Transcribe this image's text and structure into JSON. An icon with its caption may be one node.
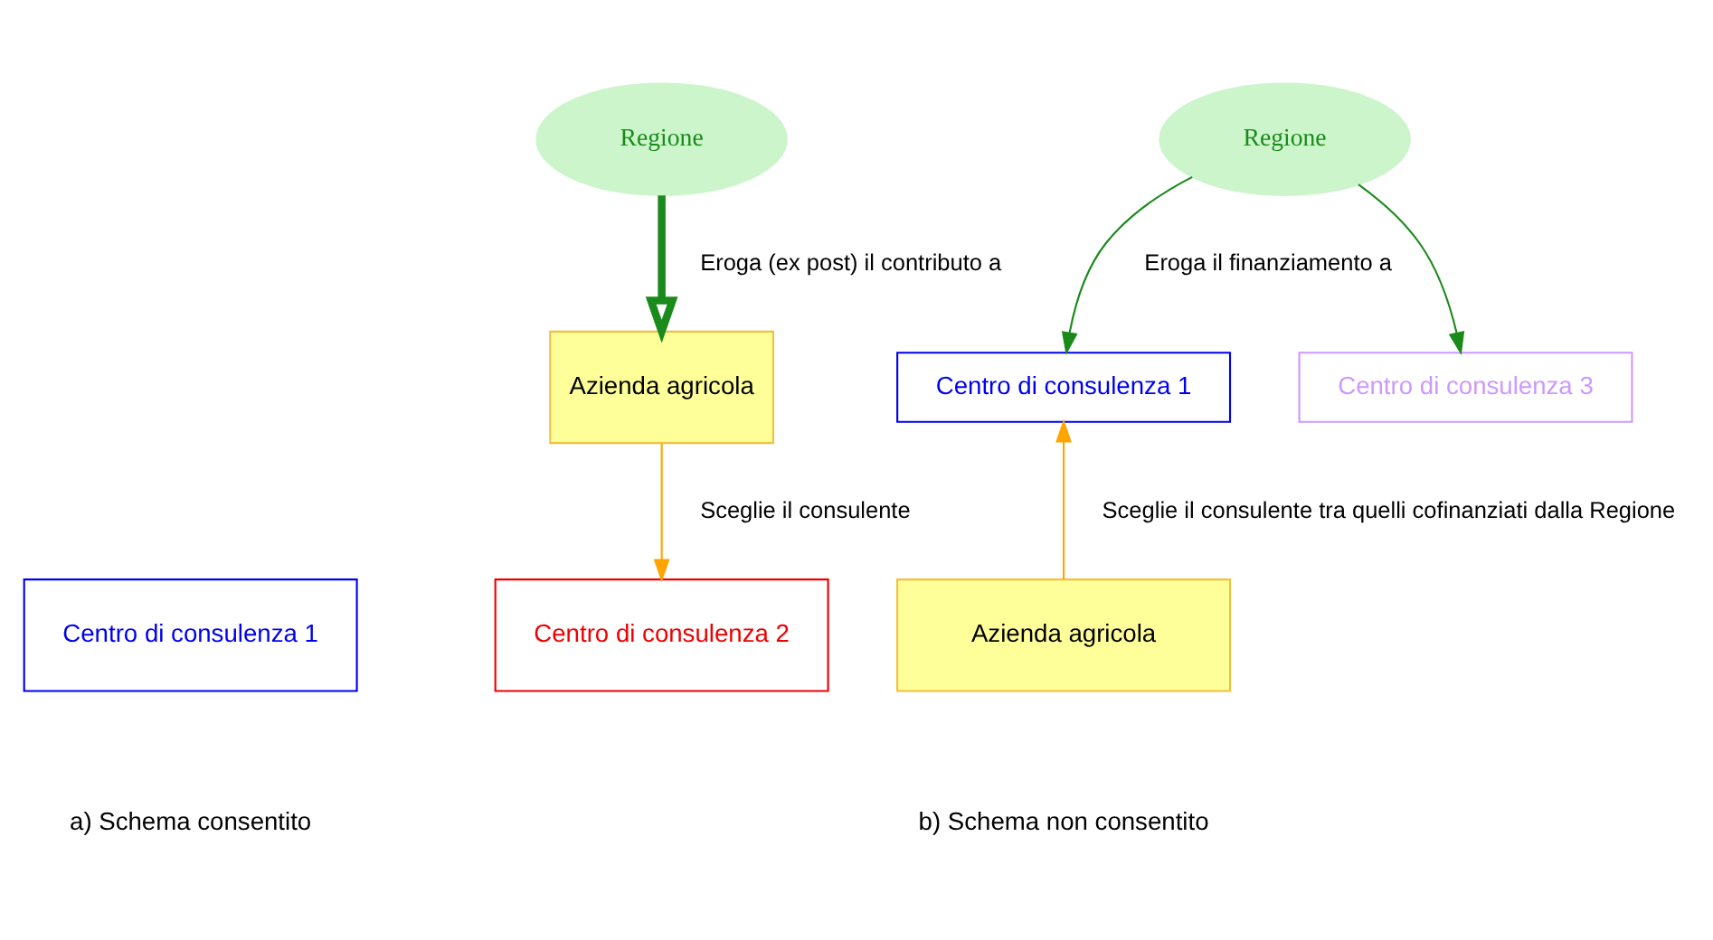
{
  "diagram": {
    "nodes": [
      {
        "text": [
          "Regione"
        ]
      },
      {
        "text": [
          "Azienda agricola"
        ]
      },
      {
        "text": [
          "Centro di consulenza 1"
        ]
      },
      {
        "text": [
          "Centro di consulenza 2"
        ]
      },
      {
        "text": [
          "Regione"
        ]
      },
      {
        "text": [
          "Centro di consulenza 1"
        ]
      },
      {
        "text": [
          "Centro di consulenza 3"
        ]
      },
      {
        "text": [
          "Azienda agricola"
        ]
      }
    ],
    "edges": [
      {
        "from": 0,
        "to": 1,
        "arrow": "to",
        "label": "Eroga (ex post) il contributo a",
        "style": "thick"
      },
      {
        "from": 1,
        "to": 3,
        "arrow": "to",
        "label": "Sceglie il consulente",
        "color": "#ffa500"
      },
      {
        "from": 4,
        "to": 5,
        "arrow": "to",
        "label": "Eroga il finanziamento a"
      },
      {
        "from": 4,
        "to": 6,
        "arrow": "to"
      },
      {
        "from": 7,
        "to": 5,
        "arrow": "to",
        "label": "Sceglie il consulente tra quelli cofinanziati dalla Regione",
        "color": "#ffa500"
      }
    ],
    "labels": [
      "a) Schema consentito",
      "b) Schema non consentito"
    ]
  }
}
